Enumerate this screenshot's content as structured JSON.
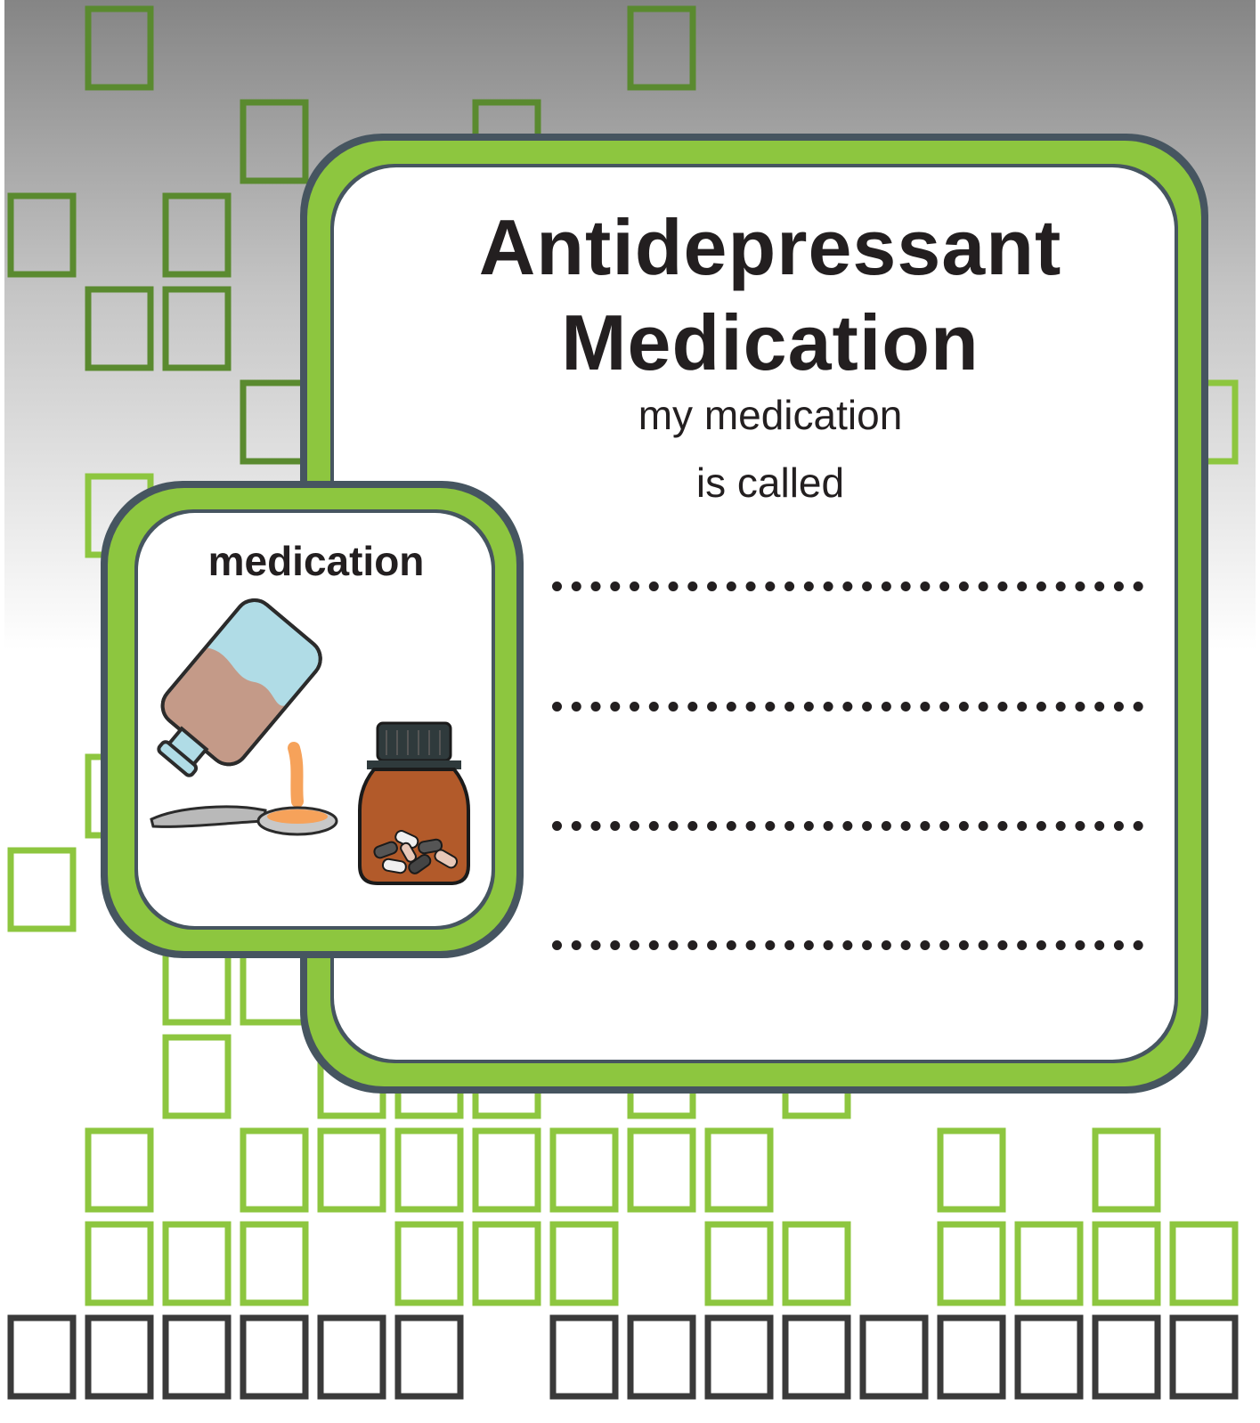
{
  "card": {
    "title_line1": "Antidepressant",
    "title_line2": "Medication",
    "subtitle_line1": "my medication",
    "subtitle_line2": "is called"
  },
  "symbol_card": {
    "label": "medication"
  },
  "colors": {
    "accent_green": "#8dc63f",
    "dark_green": "#5a8a2f",
    "frame_dark": "#465560",
    "tile_dark": "#3a3a3a",
    "text": "#231f20"
  },
  "icons": [
    "syrup-bottle-icon",
    "spoon-icon",
    "pill-bottle-icon"
  ]
}
